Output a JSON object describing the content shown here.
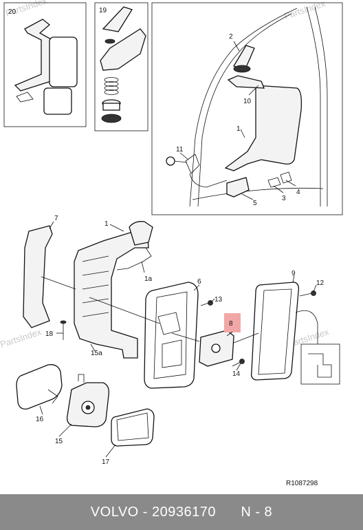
{
  "callouts": {
    "c20": "20",
    "c19": "19",
    "c2": "2",
    "c10": "10",
    "c1_top": "1",
    "c11": "11",
    "c4": "4",
    "c3": "3",
    "c5": "5",
    "c7": "7",
    "c1_main": "1",
    "c1a": "1a",
    "c9": "9",
    "c6": "6",
    "c12": "12",
    "c13": "13",
    "c8": "8",
    "c18": "18",
    "c15a": "15a",
    "c14": "14",
    "c16": "16",
    "c15": "15",
    "c17": "17"
  },
  "watermarks": [
    "PartsIndex",
    "PartsIndex",
    "PartsIndex",
    "PartsIndex"
  ],
  "reference": "R1087298",
  "footer": {
    "brand": "VOLVO",
    "separator": " - ",
    "part_number": "20936170",
    "position": "N - 8"
  },
  "colors": {
    "footer_bg": "#8a8a8a",
    "highlight": "#f2a7a7"
  }
}
